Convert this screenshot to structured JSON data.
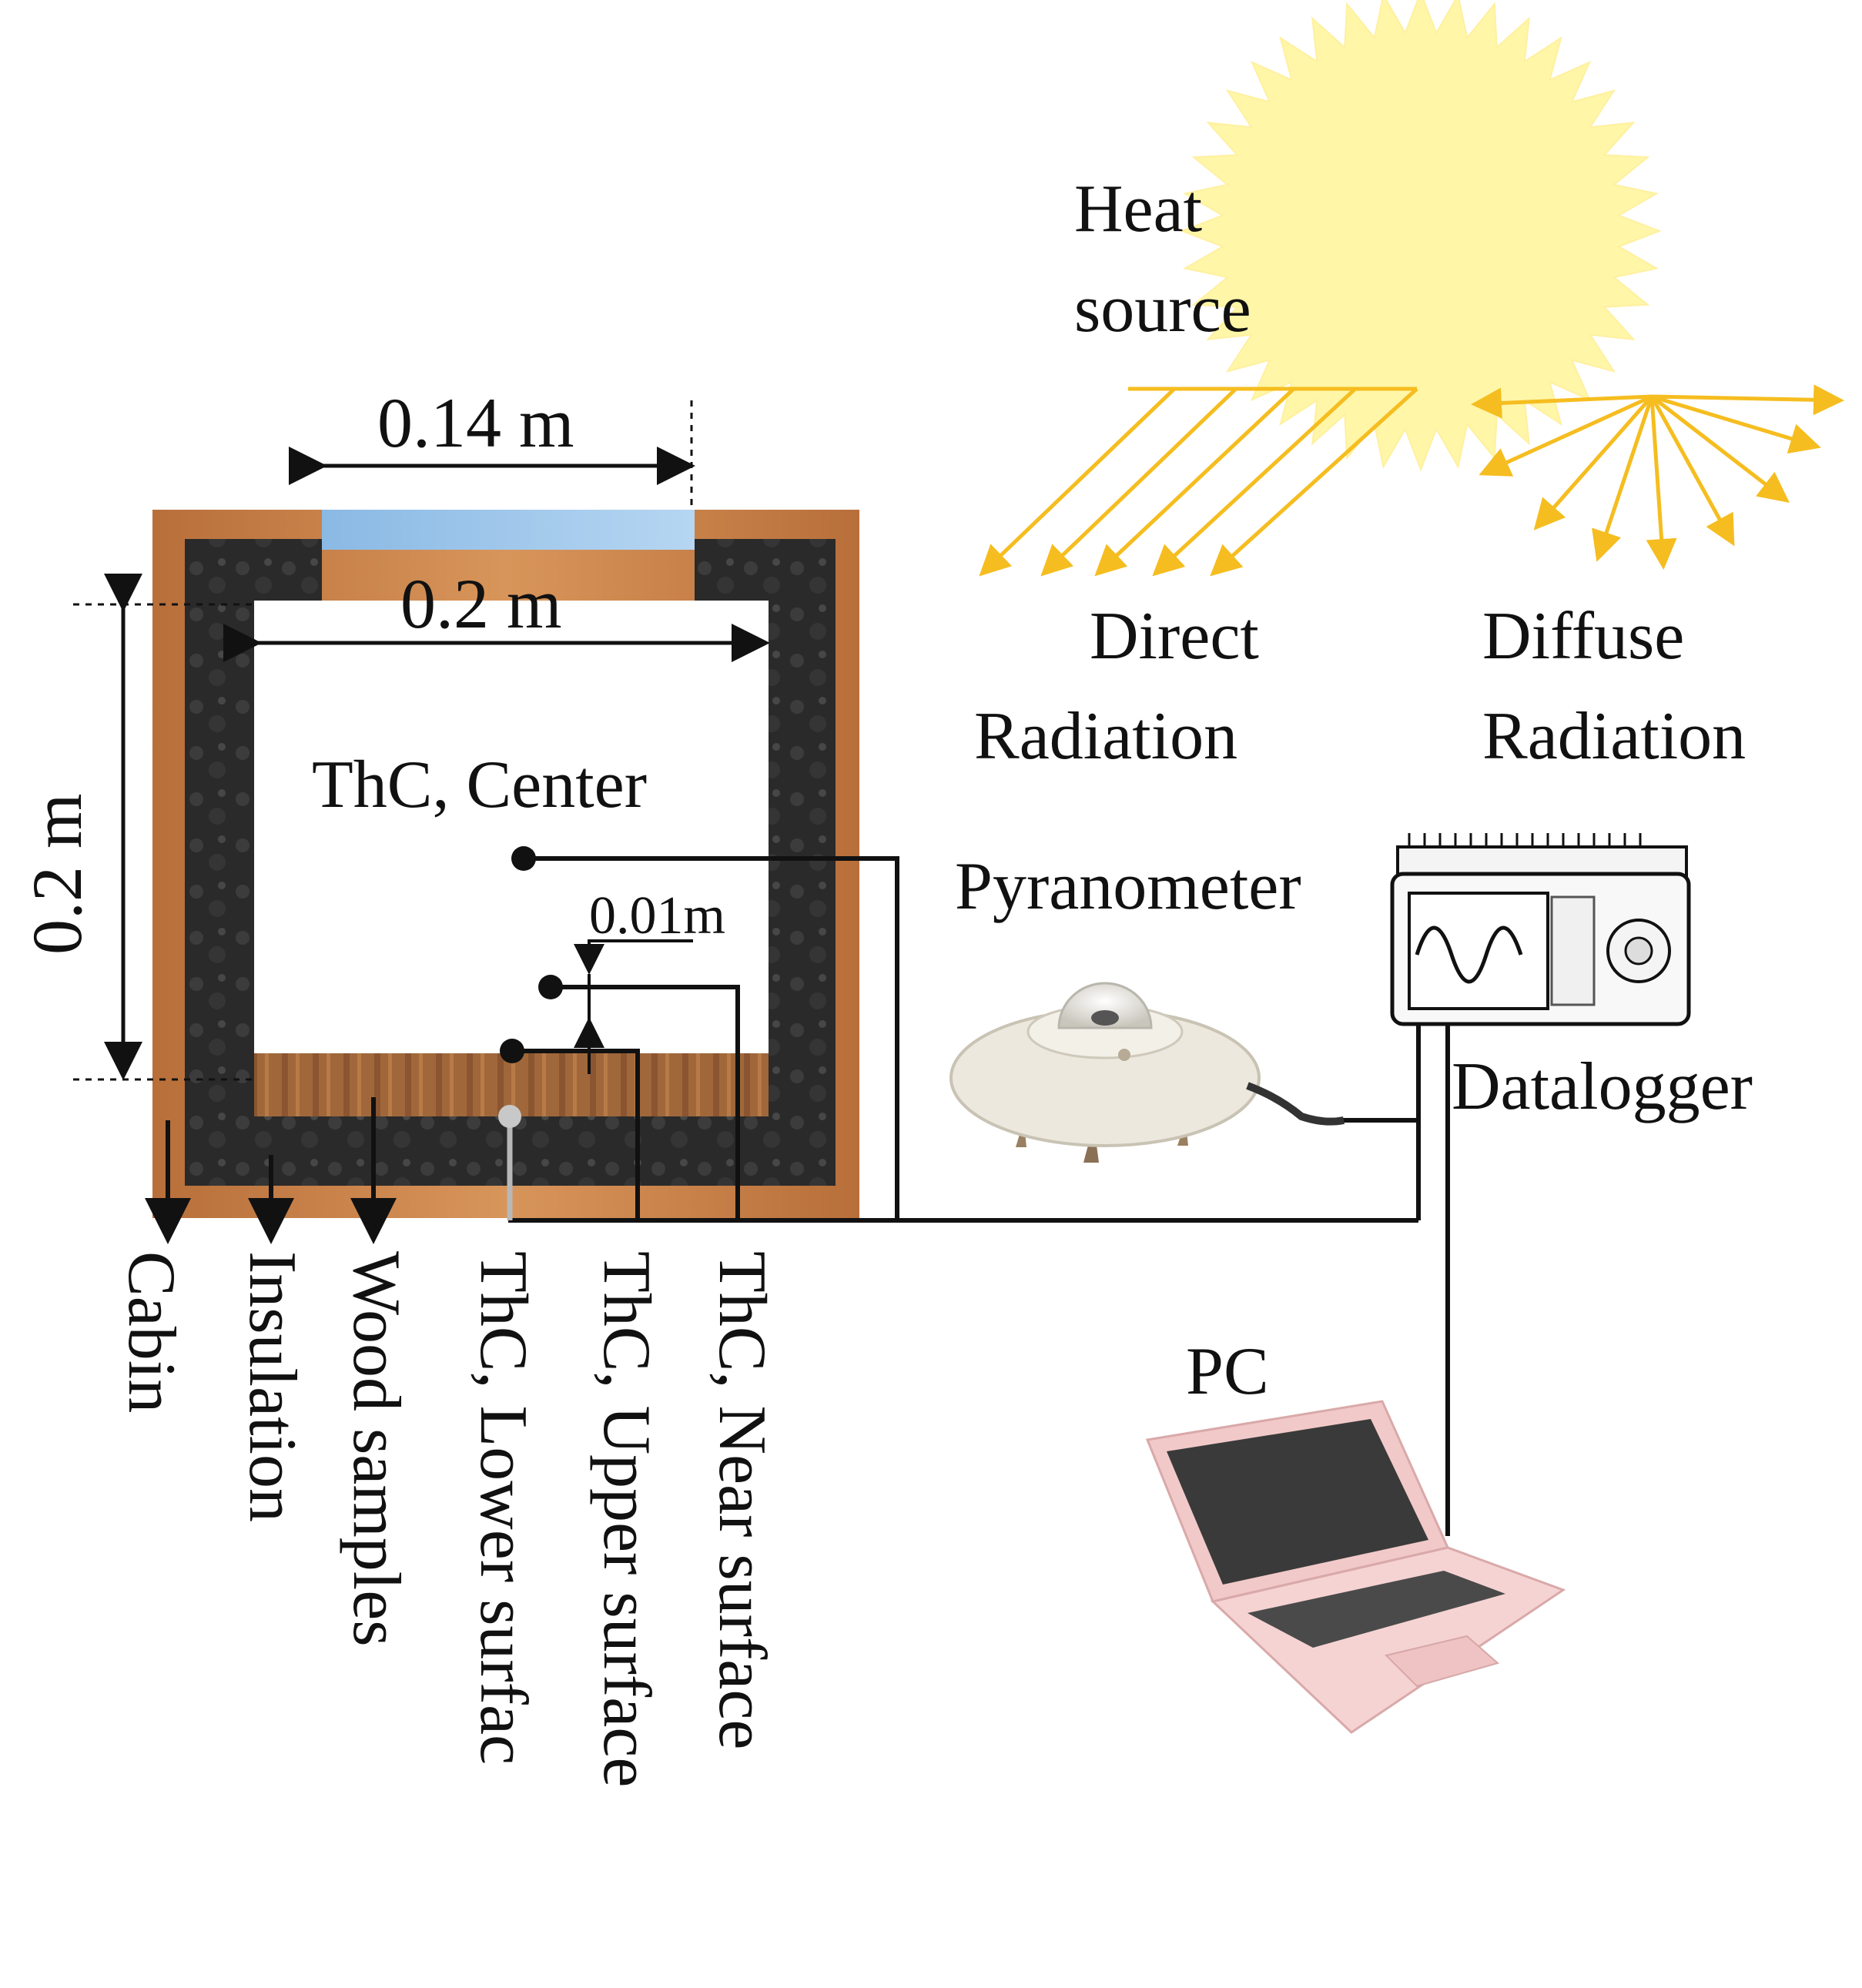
{
  "labels": {
    "heat_source_line1": "Heat",
    "heat_source_line2": "source",
    "direct_line1": "Direct",
    "direct_line2": "Radiation",
    "diffuse_line1": "Diffuse",
    "diffuse_line2": "Radiation",
    "pyranometer": "Pyranometer",
    "datalogger": "Datalogger",
    "pc": "PC",
    "thc_center": "ThC, Center",
    "cabin": "Cabin",
    "insulation": "Insulation",
    "wood_samples": "Wood samples",
    "thc_lower": "ThC, Lower surfac",
    "thc_upper": "ThC, Upper surface",
    "thc_near": "ThC, Near surface"
  },
  "dimensions": {
    "window_width": "0.14 m",
    "inner_width": "0.2 m",
    "inner_height": "0.2 m",
    "probe_gap": "0.01m"
  },
  "colors": {
    "cabin_wood": "#c8824a",
    "insulation": "#2b2b2b",
    "wood_sample": "#a0683a",
    "glass": "#9cc4e8",
    "sun": "#fff6a8",
    "rays": "#f5bd1f",
    "wire": "#111111",
    "laptop": "#f4c6c6"
  }
}
